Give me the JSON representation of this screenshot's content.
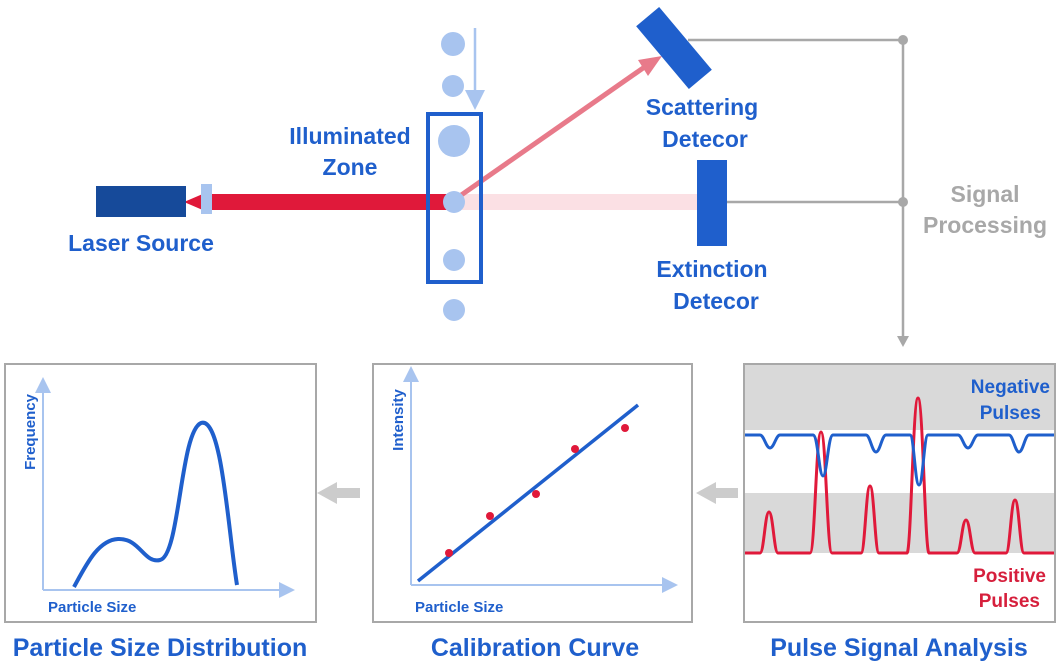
{
  "labels": {
    "illuminated_zone_line1": "Illuminated",
    "illuminated_zone_line2": "Zone",
    "scattering_line1": "Scattering",
    "scattering_line2": "Detecor",
    "extinction_line1": "Extinction",
    "extinction_line2": "Detecor",
    "laser_source": "Laser Source",
    "signal_line1": "Signal",
    "signal_line2": "Processing"
  },
  "panels": {
    "distribution": {
      "title": "Particle Size Distribution",
      "ylabel": "Frequency",
      "xlabel": "Particle Size"
    },
    "calibration": {
      "title": "Calibration Curve",
      "ylabel": "Intensity",
      "xlabel": "Particle Size"
    },
    "pulse": {
      "title": "Pulse Signal Analysis",
      "negative_line1": "Negative",
      "negative_line2": "Pulses",
      "positive_line1": "Positive",
      "positive_line2": "Pulses"
    }
  },
  "colors": {
    "blue": "#1f5fcc",
    "dark_blue": "#164a9a",
    "light_blue": "#a8c4ef",
    "red": "#e0193a",
    "pink": "#e87a8a",
    "beam_fade": "#fbe0e4",
    "gray": "#a8a8a8",
    "panel_border": "#a8a8a8",
    "band_gray": "#d9d9d9"
  }
}
